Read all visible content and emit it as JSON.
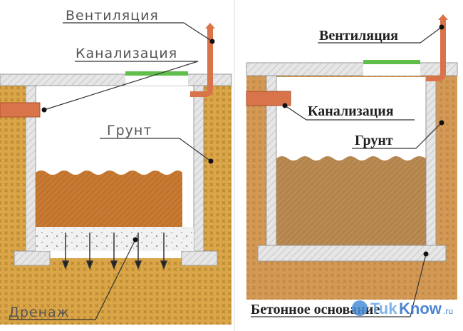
{
  "left_diagram": {
    "labels": {
      "ventilation": "Вентиляция",
      "sewer": "Канализация",
      "soil": "Грунт",
      "drainage": "Дренаж"
    }
  },
  "right_diagram": {
    "labels": {
      "ventilation": "Вентиляция",
      "sewer": "Канализация",
      "soil": "Грунт",
      "concrete_base": "Бетонное основание"
    }
  },
  "watermark": {
    "brand_a": "Tuk",
    "brand_b": "Know",
    "suffix": ".ru"
  },
  "colors": {
    "soil": "#d9a441",
    "soil_dark": "#b8862c",
    "concrete": "#e4e4e4",
    "sludge": "#c97a32",
    "pipe": "#d9734a",
    "lid": "#5fbf4a",
    "leader": "#333333"
  }
}
